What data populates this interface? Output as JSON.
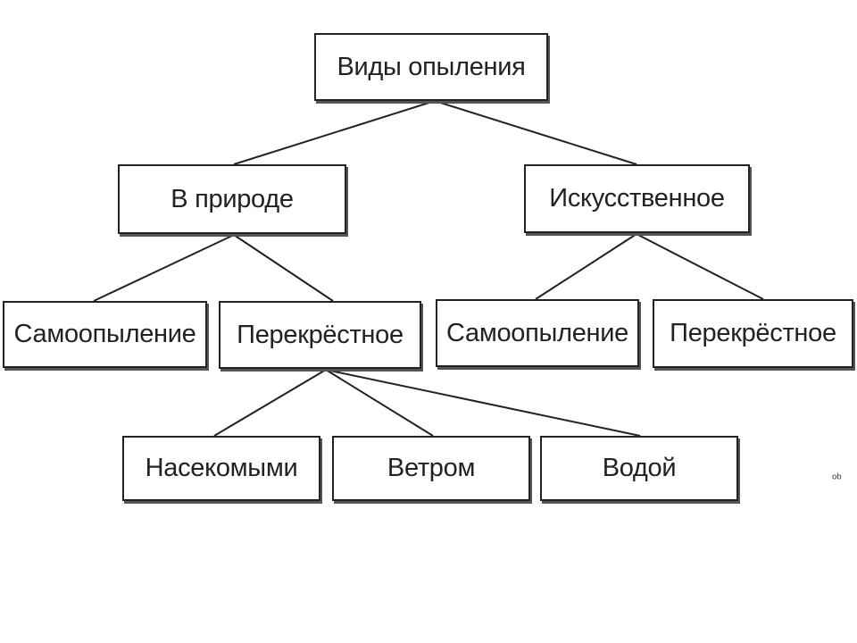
{
  "diagram": {
    "root": {
      "label": "Виды опыления"
    },
    "natural": {
      "label": "В природе",
      "self": "Самоопыление",
      "cross": "Перекрёстное"
    },
    "artificial": {
      "label": "Искусственное",
      "self": "Самоопыление",
      "cross": "Перекрёстное"
    },
    "agents": {
      "insects": "Насекомыми",
      "wind": "Ветром",
      "water": "Водой"
    },
    "corner_mark": "ᵒᵇ"
  }
}
